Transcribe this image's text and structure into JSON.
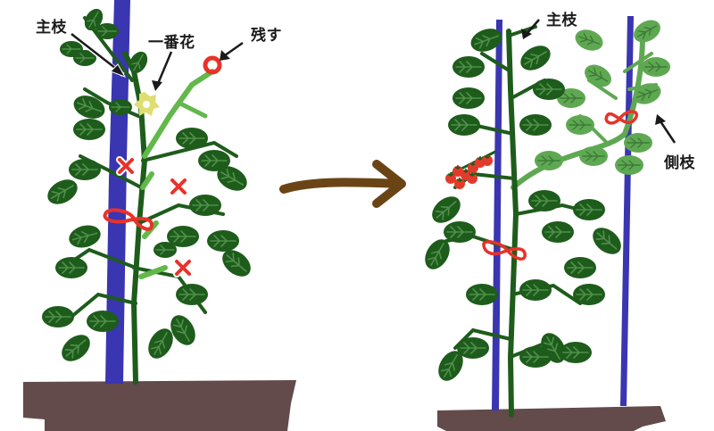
{
  "diagram": {
    "subject": "tomato plant side-shoot pruning (before / after)",
    "colors": {
      "stake": "#3a35b0",
      "leaf_dark": "#1e5c1c",
      "leaf_vein": "#4f8f4a",
      "leaf_light": "#5fa852",
      "leaf_light_vein": "#3d7a38",
      "sprout": "#62b84a",
      "remove_mark": "#e8322a",
      "tie": "#e8322a",
      "flower": "#dede72",
      "tomato": "#e33b2b",
      "soil": "#634a4b",
      "arrow": "#6b4416",
      "label": "#1a1a1a"
    },
    "left_panel": {
      "title": "before",
      "labels": {
        "main_stem": "主枝",
        "first_flower": "一番花",
        "keep": "残す"
      },
      "marks": {
        "keep_symbol": "○",
        "remove_symbol": "×",
        "remove_count": 3
      }
    },
    "transition_arrow": "→",
    "right_panel": {
      "title": "after",
      "labels": {
        "main_stem": "主枝",
        "side_branch": "側枝"
      }
    }
  }
}
